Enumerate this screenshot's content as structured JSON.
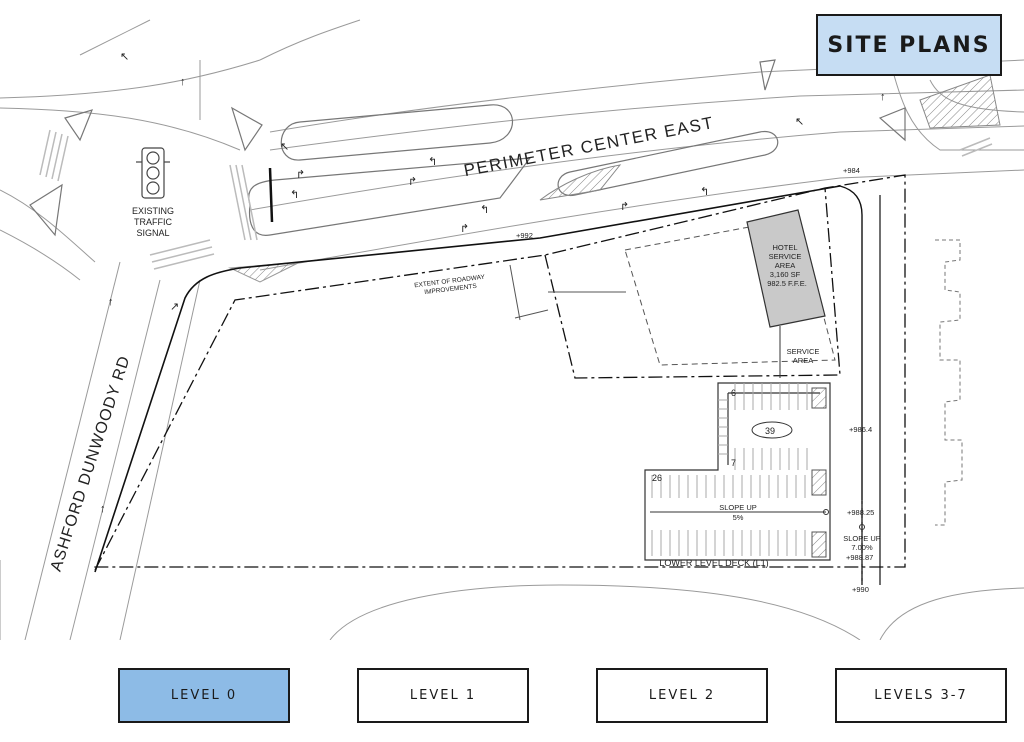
{
  "header": {
    "title": "SITE PLANS"
  },
  "plan": {
    "roads": {
      "perimeter": "PERIMETER CENTER EAST",
      "ashford": "ASHFORD DUNWOODY RD"
    },
    "signal": [
      "EXISTING",
      "TRAFFIC",
      "SIGNAL"
    ],
    "roadway": [
      "EXTENT OF ROADWAY",
      "IMPROVEMENTS"
    ],
    "hotel": [
      "HOTEL",
      "SERVICE",
      "AREA",
      "3,160 SF",
      "982.5 F.F.E."
    ],
    "service": [
      "SERVICE",
      "AREA"
    ],
    "deck_label": "LOWER LEVEL DECK (L1)",
    "slope1": [
      "SLOPE UP",
      "5%"
    ],
    "slope2": [
      "SLOPE UP",
      "7.00%"
    ],
    "counts": {
      "c6": "6",
      "c7": "7",
      "c26": "26",
      "c39": "39"
    },
    "elevations": {
      "e984": "+984",
      "e992": "+992",
      "e9864": "+986.4",
      "e98825": "+988.25",
      "e98887": "+988.87",
      "e990": "+990"
    }
  },
  "levels": [
    {
      "label": "LEVEL 0",
      "active": true
    },
    {
      "label": "LEVEL 1",
      "active": false
    },
    {
      "label": "LEVEL 2",
      "active": false
    },
    {
      "label": "LEVELS 3-7",
      "active": false
    }
  ]
}
